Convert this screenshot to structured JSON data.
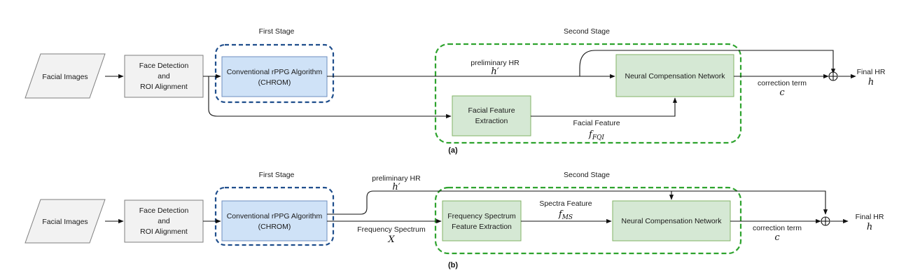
{
  "colors": {
    "gray_fill": "#f2f2f2",
    "gray_stroke": "#7f7f7f",
    "blue_fill": "#cfe2f7",
    "blue_stroke": "#6c8ebf",
    "blue_dash": "#1f4e8c",
    "green_fill": "#d5e8d4",
    "green_stroke": "#82b366",
    "green_dash": "#2ea32e",
    "line": "#111111"
  },
  "a": {
    "first_stage": "First Stage",
    "second_stage": "Second Stage",
    "facial_images": "Facial Images",
    "face_detection": [
      "Face Detection",
      "and",
      "ROI Alignment"
    ],
    "rppg": [
      "Conventional rPPG Algorithm",
      "(CHROM)"
    ],
    "preliminary_hr": "preliminary HR",
    "preliminary_hr_sym": "h′",
    "ncn": "Neural Compensation Network",
    "facial_feature_extraction": [
      "Facial Feature",
      "Extraction"
    ],
    "facial_feature": "Facial Feature",
    "facial_feature_sym": "f",
    "facial_feature_sub": "FQI",
    "correction_term": "correction term",
    "correction_sym": "c",
    "final_hr": "Final HR",
    "final_hr_sym": "h",
    "caption": "(a)"
  },
  "b": {
    "first_stage": "First Stage",
    "second_stage": "Second Stage",
    "facial_images": "Facial Images",
    "face_detection": [
      "Face Detection",
      "and",
      "ROI Alignment"
    ],
    "rppg": [
      "Conventional rPPG Algorithm",
      "(CHROM)"
    ],
    "preliminary_hr": "preliminary HR",
    "preliminary_hr_sym": "h′",
    "frequency_spectrum": "Frequency Spectrum",
    "frequency_spectrum_sym": "X",
    "fs_extraction": [
      "Frequency Spectrum",
      "Feature Extraction"
    ],
    "spectra_feature": "Spectra Feature",
    "spectra_feature_sym": "f",
    "spectra_feature_sub": "MS",
    "ncn": "Neural Compensation Network",
    "correction_term": "correction term",
    "correction_sym": "c",
    "final_hr": "Final HR",
    "final_hr_sym": "h",
    "caption": "(b)"
  }
}
